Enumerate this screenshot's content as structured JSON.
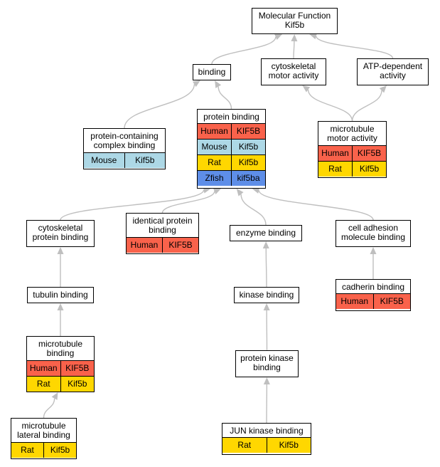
{
  "colors": {
    "human": "#f9624b",
    "mouse": "#add8e6",
    "rat": "#ffd700",
    "zfish": "#5e8ee8",
    "edge": "#bfbfbf"
  },
  "nodes": {
    "molecular_function": {
      "title": "Molecular Function\nKif5b",
      "rows": []
    },
    "binding": {
      "title": "binding",
      "rows": []
    },
    "cytoskeletal_motor_activity": {
      "title": "cytoskeletal\nmotor activity",
      "rows": []
    },
    "atp_dependent_activity": {
      "title": "ATP-dependent\nactivity",
      "rows": []
    },
    "protein_binding": {
      "title": "protein binding",
      "rows": [
        {
          "org": "Human",
          "gene": "KIF5B",
          "color": "human"
        },
        {
          "org": "Mouse",
          "gene": "Kif5b",
          "color": "mouse"
        },
        {
          "org": "Rat",
          "gene": "Kif5b",
          "color": "rat"
        },
        {
          "org": "Zfish",
          "gene": "kif5ba",
          "color": "zfish"
        }
      ]
    },
    "protein_containing_complex_binding": {
      "title": "protein-containing\ncomplex binding",
      "rows": [
        {
          "org": "Mouse",
          "gene": "Kif5b",
          "color": "mouse"
        }
      ]
    },
    "microtubule_motor_activity": {
      "title": "microtubule\nmotor activity",
      "rows": [
        {
          "org": "Human",
          "gene": "KIF5B",
          "color": "human"
        },
        {
          "org": "Rat",
          "gene": "Kif5b",
          "color": "rat"
        }
      ]
    },
    "cytoskeletal_protein_binding": {
      "title": "cytoskeletal\nprotein binding",
      "rows": []
    },
    "identical_protein_binding": {
      "title": "identical protein\nbinding",
      "rows": [
        {
          "org": "Human",
          "gene": "KIF5B",
          "color": "human"
        }
      ]
    },
    "enzyme_binding": {
      "title": "enzyme binding",
      "rows": []
    },
    "cell_adhesion_molecule_binding": {
      "title": "cell adhesion\nmolecule binding",
      "rows": []
    },
    "tubulin_binding": {
      "title": "tubulin binding",
      "rows": []
    },
    "kinase_binding": {
      "title": "kinase binding",
      "rows": []
    },
    "cadherin_binding": {
      "title": "cadherin binding",
      "rows": [
        {
          "org": "Human",
          "gene": "KIF5B",
          "color": "human"
        }
      ]
    },
    "microtubule_binding": {
      "title": "microtubule\nbinding",
      "rows": [
        {
          "org": "Human",
          "gene": "KIF5B",
          "color": "human"
        },
        {
          "org": "Rat",
          "gene": "Kif5b",
          "color": "rat"
        }
      ]
    },
    "protein_kinase_binding": {
      "title": "protein kinase\nbinding",
      "rows": []
    },
    "microtubule_lateral_binding": {
      "title": "microtubule\nlateral binding",
      "rows": [
        {
          "org": "Rat",
          "gene": "Kif5b",
          "color": "rat"
        }
      ]
    },
    "jun_kinase_binding": {
      "title": "JUN kinase binding",
      "rows": [
        {
          "org": "Rat",
          "gene": "Kif5b",
          "color": "rat"
        }
      ]
    }
  },
  "edges": [
    [
      "binding",
      "molecular_function"
    ],
    [
      "cytoskeletal_motor_activity",
      "molecular_function"
    ],
    [
      "atp_dependent_activity",
      "molecular_function"
    ],
    [
      "protein_containing_complex_binding",
      "binding"
    ],
    [
      "protein_binding",
      "binding"
    ],
    [
      "microtubule_motor_activity",
      "cytoskeletal_motor_activity"
    ],
    [
      "microtubule_motor_activity",
      "atp_dependent_activity"
    ],
    [
      "cytoskeletal_protein_binding",
      "protein_binding"
    ],
    [
      "identical_protein_binding",
      "protein_binding"
    ],
    [
      "enzyme_binding",
      "protein_binding"
    ],
    [
      "cell_adhesion_molecule_binding",
      "protein_binding"
    ],
    [
      "tubulin_binding",
      "cytoskeletal_protein_binding"
    ],
    [
      "kinase_binding",
      "enzyme_binding"
    ],
    [
      "cadherin_binding",
      "cell_adhesion_molecule_binding"
    ],
    [
      "microtubule_binding",
      "tubulin_binding"
    ],
    [
      "protein_kinase_binding",
      "kinase_binding"
    ],
    [
      "microtubule_lateral_binding",
      "microtubule_binding"
    ],
    [
      "jun_kinase_binding",
      "protein_kinase_binding"
    ]
  ]
}
